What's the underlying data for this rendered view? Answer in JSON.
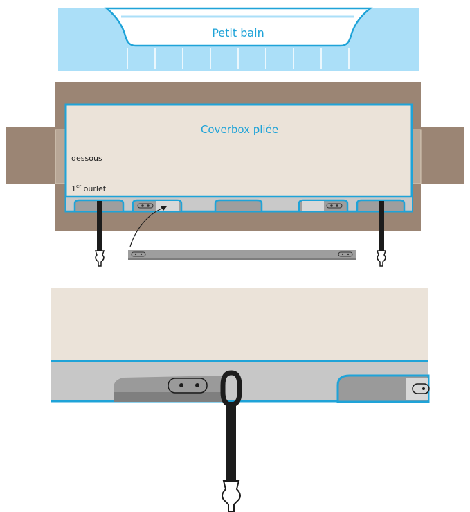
{
  "pool": {
    "label": "Petit bain"
  },
  "coverbox": {
    "title": "Coverbox pliée",
    "side_label": "dessous",
    "hem_label_prefix": "1",
    "hem_label_sup": "er",
    "hem_label_suffix": " ourlet"
  },
  "colors": {
    "water": "#abdff8",
    "outline": "#1fa3d8",
    "deck": "#9b8574",
    "cover": "#ebe3d9",
    "rail": "#9e9e9e",
    "strap": "#1c1c1c"
  }
}
